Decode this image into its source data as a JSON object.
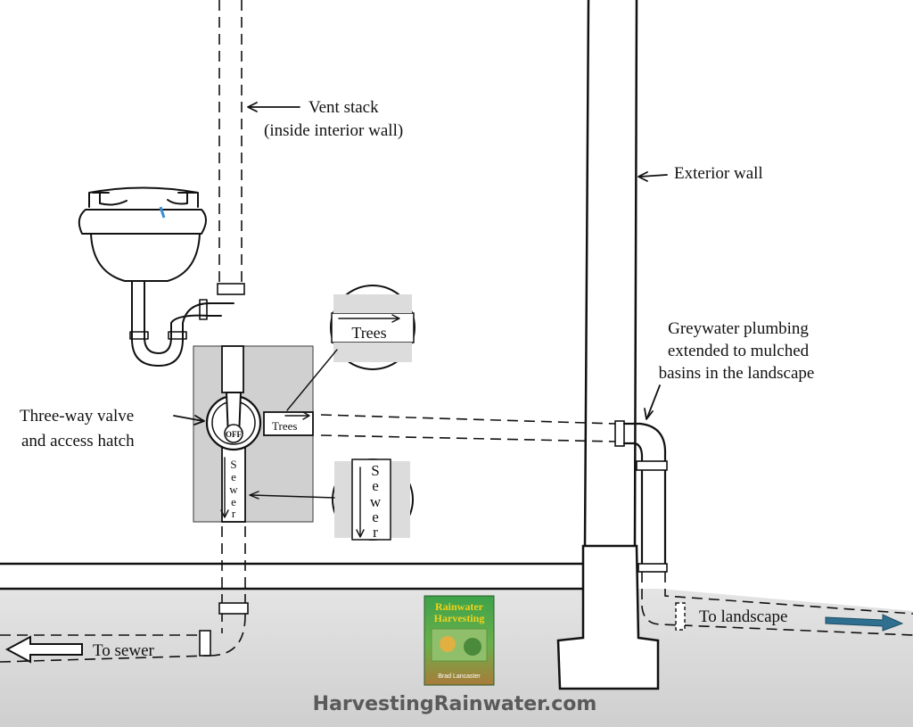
{
  "labels": {
    "vent_stack_line1": "Vent stack",
    "vent_stack_line2": "(inside interior wall)",
    "exterior_wall": "Exterior wall",
    "greywater_line1": "Greywater plumbing",
    "greywater_line2": "extended to mulched",
    "greywater_line3": "basins in the landscape",
    "valve_line1": "Three-way valve",
    "valve_line2": "and access hatch",
    "trees_callout": "Trees",
    "trees_small": "Trees",
    "sewer_letters": [
      "S",
      "e",
      "w",
      "e",
      "r"
    ],
    "valve_off": "OFF",
    "to_sewer": "To sewer",
    "to_landscape": "To landscape"
  },
  "book": {
    "title_line1": "Rainwater",
    "title_line2": "Harvesting",
    "author": "Brad Lancaster"
  },
  "footer": {
    "site": "HarvestingRainwater.com"
  },
  "colors": {
    "ground": "#d9d9d9",
    "hatch": "#d0d0d0",
    "flow_arrow": "#2f6f8f",
    "book_green": "#2e8b3a",
    "book_title": "#f2d21b"
  }
}
